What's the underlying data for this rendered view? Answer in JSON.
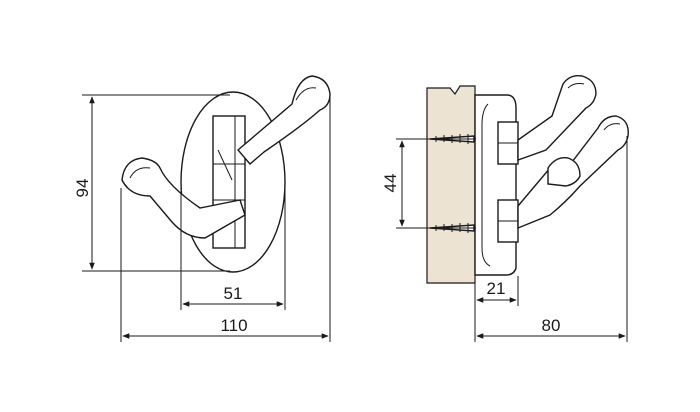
{
  "diagram": {
    "views": [
      "front",
      "side"
    ],
    "colors": {
      "line": "#1a1a1a",
      "wood": "#ece3d3",
      "background": "#ffffff"
    },
    "dimensions": {
      "height": "94",
      "base_width": "51",
      "overall_width": "110",
      "screw_spacing": "44",
      "base_depth": "21",
      "overall_depth": "80"
    }
  }
}
